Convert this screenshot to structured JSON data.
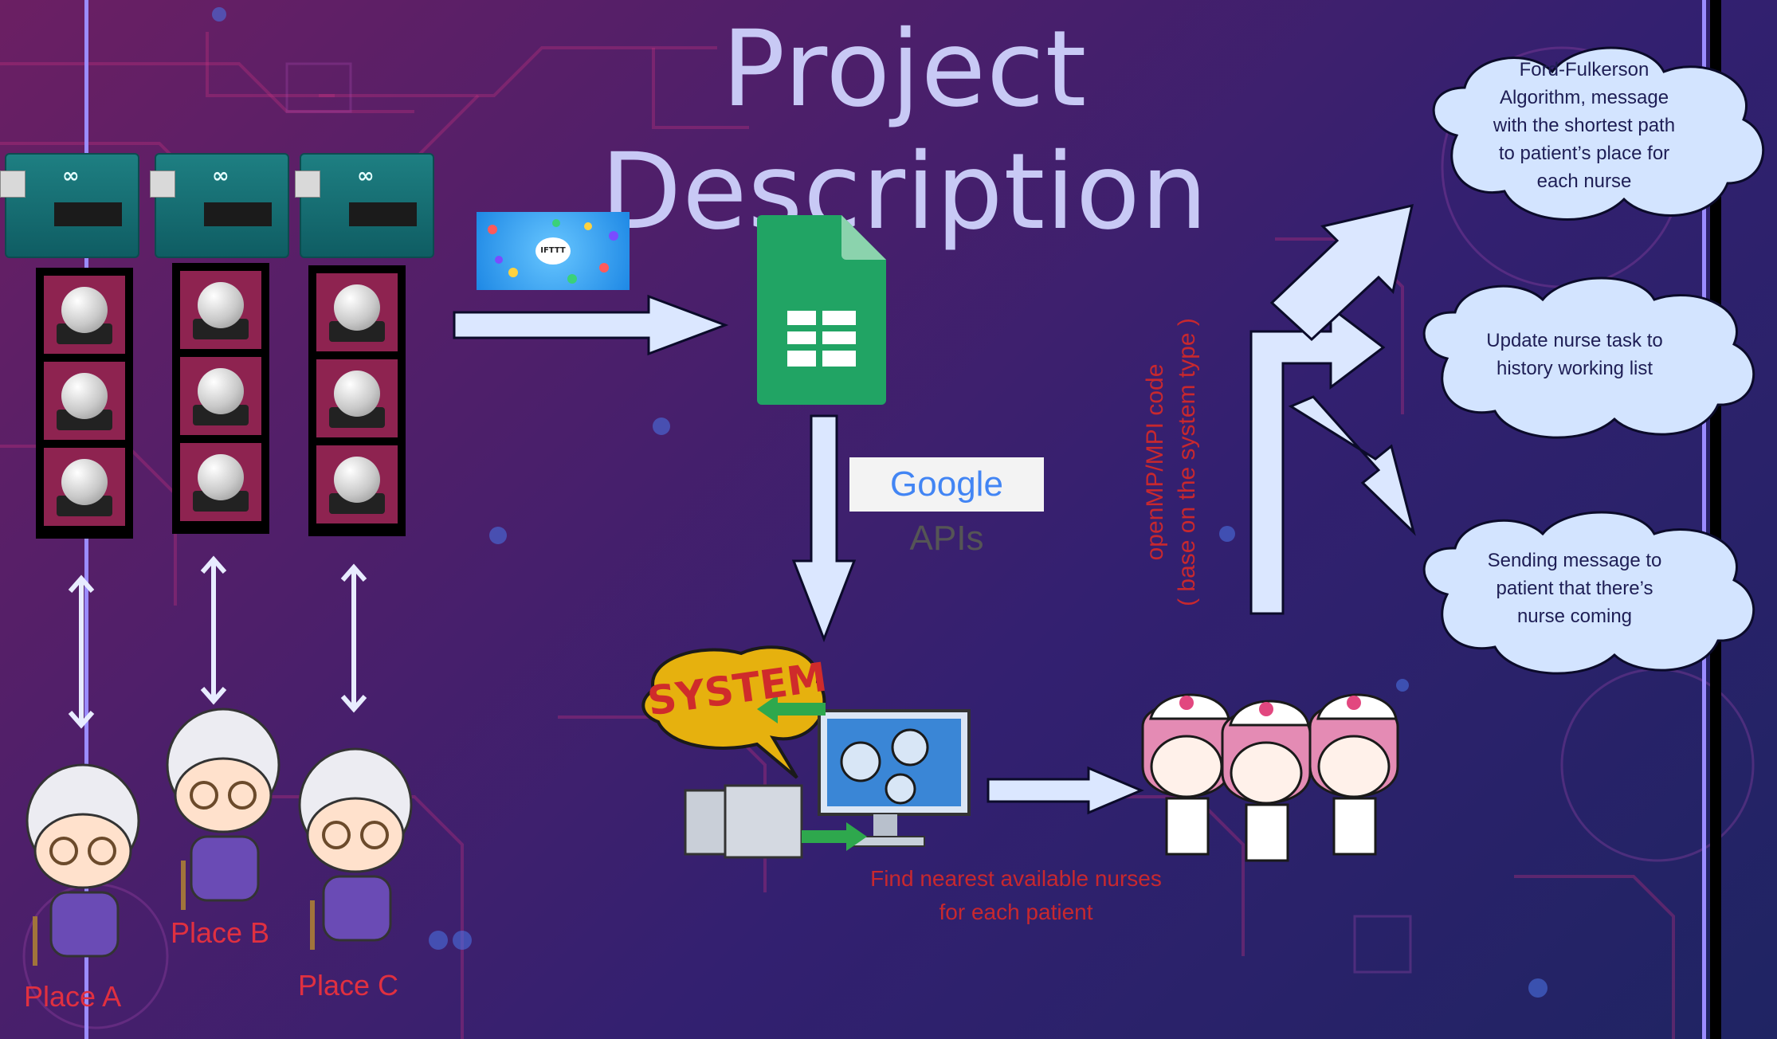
{
  "title": "Project Description",
  "boards": [
    {
      "logo": "∞"
    },
    {
      "logo": "∞"
    },
    {
      "logo": "∞"
    }
  ],
  "ifttt_label": "IFTTT",
  "google_apis": {
    "google": "Google",
    "apis": " APIs"
  },
  "system_label": "SYSTEM",
  "find_note": [
    "Find nearest available nurses",
    "for each patient"
  ],
  "vertical_note": [
    "openMP/MPI code",
    "( base on the system type )"
  ],
  "places": [
    "Place A",
    "Place B",
    "Place C"
  ],
  "clouds": [
    {
      "lines": [
        "Ford-Fulkerson",
        "Algorithm, message",
        "with the shortest path",
        "to patient’s place for",
        "each nurse"
      ]
    },
    {
      "lines": [
        "Update nurse task to",
        "history working list"
      ]
    },
    {
      "lines": [
        "Sending message to",
        "patient that there’s",
        "nurse coming"
      ]
    }
  ],
  "colors": {
    "arrow_fill": "#dbe7ff",
    "cloud_fill": "#d3e4ff",
    "sheets_green": "#21a464",
    "note_red": "#c8282e",
    "place_red": "#e03040"
  }
}
